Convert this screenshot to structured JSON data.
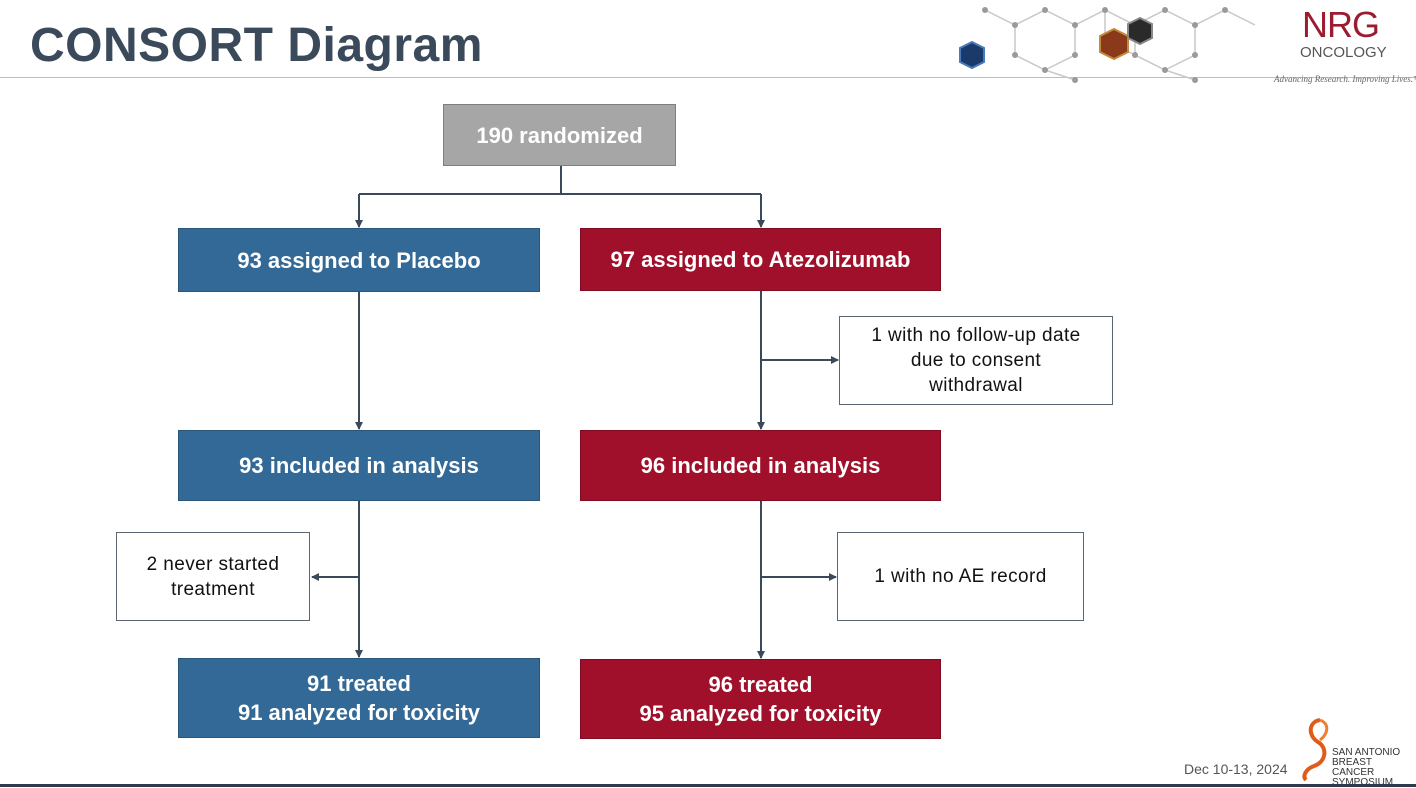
{
  "header": {
    "title": "CONSORT Diagram"
  },
  "logo": {
    "name": "NRG",
    "sub": "ONCOLOGY",
    "tagline": "Advancing Research. Improving Lives.™"
  },
  "diagram": {
    "randomized": "190 randomized",
    "placebo_assigned": "93 assigned to Placebo",
    "atezo_assigned": "97 assigned to Atezolizumab",
    "atezo_excluded_followup": "1 with no follow-up date\ndue to consent\nwithdrawal",
    "placebo_analysis": "93 included in analysis",
    "atezo_analysis": "96 included in analysis",
    "placebo_not_started": "2 never started\ntreatment",
    "atezo_no_ae": "1 with no AE record",
    "placebo_treated": "91 treated\n91 analyzed for toxicity",
    "atezo_treated": "96 treated\n95 analyzed for toxicity"
  },
  "footer": {
    "date": "Dec 10-13, 2024",
    "symposium": "SAN ANTONIO\nBREAST CANCER\nSYMPOSIUM"
  },
  "colors": {
    "placebo": "#336996",
    "atezolizumab": "#a0102a",
    "randomized": "#a6a6a6"
  }
}
